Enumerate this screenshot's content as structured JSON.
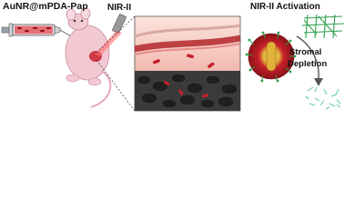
{
  "labels": {
    "title": "AuNR@mPDA-Pap",
    "nir": "NIR-II",
    "activation": "NIR-II Activation",
    "stromal": "Stromal",
    "depletion": "Depletion"
  },
  "colors": {
    "nanorod": "#c8202a",
    "gold_core": "#e3b23a",
    "mouse": "#f2c9d3",
    "laser": "#d43a3a",
    "tissue_pink": "#f6c9c2",
    "vessel": "#b3272b",
    "tumor_cells": "#2a2a2a",
    "stroma_mesh": "#2e9e4a",
    "fragments": "#7fd1c6"
  },
  "icons": [
    "syringe-icon",
    "mouse-icon",
    "laser-icon",
    "nanoparticle-icon",
    "arrow-icon"
  ]
}
